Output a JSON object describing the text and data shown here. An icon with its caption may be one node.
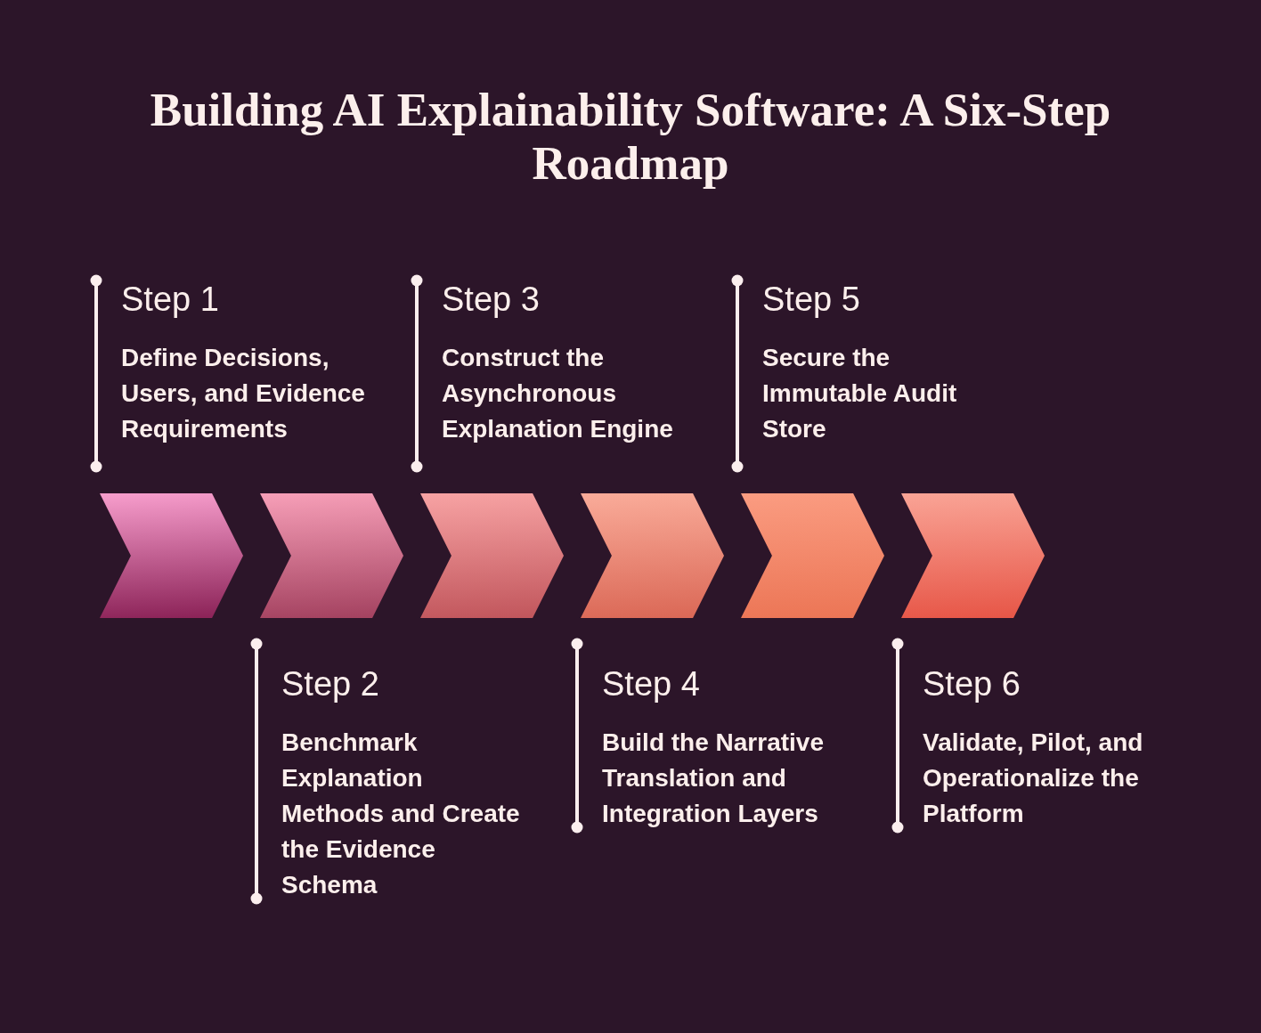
{
  "diagram": {
    "title": "Building AI Explainability Software: A Six-Step Roadmap",
    "nodes": [
      {
        "text": [],
        "shape": "chevron",
        "beside": [
          "Step 1",
          "Define Decisions, Users, and Evidence Requirements"
        ]
      },
      {
        "text": [],
        "shape": "chevron",
        "beside": [
          "Step 2",
          "Benchmark Explanation Methods and Create the Evidence Schema"
        ]
      },
      {
        "text": [],
        "shape": "chevron",
        "beside": [
          "Step 3",
          "Construct the Asynchronous Explanation Engine"
        ]
      },
      {
        "text": [],
        "shape": "chevron",
        "beside": [
          "Step 4",
          "Build the Narrative Translation and Integration Layers"
        ]
      },
      {
        "text": [],
        "shape": "chevron",
        "beside": [
          "Step 5",
          "Secure the Immutable Audit Store"
        ]
      },
      {
        "text": [],
        "shape": "chevron",
        "beside": [
          "Step 6",
          "Validate, Pilot, and Operationalize the Platform"
        ]
      }
    ]
  }
}
